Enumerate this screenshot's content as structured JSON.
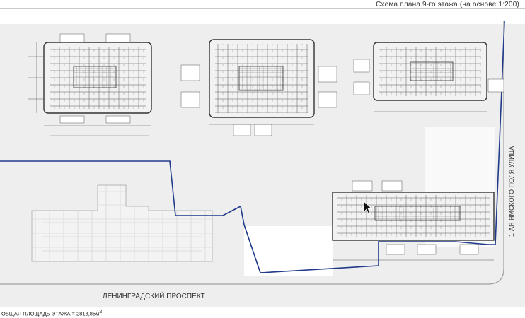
{
  "header": {
    "title": "Схема плана 9-го этажа (на основе 1:200)"
  },
  "streets": {
    "bottom": "ЛЕНИНГРАДСКИЙ ПРОСПЕКТ",
    "right": "1-АЯ ЯМСКОГО ПОЛЯ УЛИЦА"
  },
  "footer": {
    "total_area_label": "ОБЩАЯ ПЛОЩАДЬ ЭТАЖА = 2818,85м",
    "area_unit_sup": "2"
  },
  "colors": {
    "site_fill": "#eeeeee",
    "boundary_line": "#1f3a8a",
    "drawing_line": "#333333",
    "road_line": "#a0a0a0"
  },
  "icons": {
    "cursor": "mouse-cursor-icon"
  }
}
